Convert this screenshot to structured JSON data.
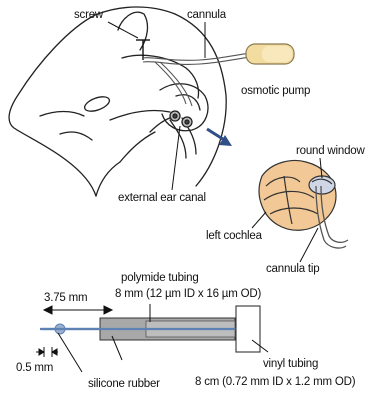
{
  "labels": {
    "screw": "screw",
    "cannula": "cannula",
    "osmotic_pump": "osmotic pump",
    "external_ear_canal": "external ear canal",
    "round_window": "round window",
    "left_cochlea": "left cochlea",
    "cannula_tip": "cannula tip"
  },
  "schematic": {
    "dim_length": "3.75 mm",
    "dim_gap": "0.5 mm",
    "polymide_title": "polymide tubing",
    "polymide_spec": "8 mm (12 µm ID x 16 µm OD)",
    "silicone": "silicone rubber",
    "vinyl_title": "vinyl tubing",
    "vinyl_spec": "8 cm (0.72 mm ID x 1.2 mm OD)"
  },
  "colors": {
    "ink": "#111111",
    "tube_blue": "#5f82b4",
    "arrow_blue": "#2f4f86",
    "pump_fill": "#f3dca0",
    "cochlea_fill": "#f1c896",
    "rubber_fill": "#a8a8a8"
  }
}
